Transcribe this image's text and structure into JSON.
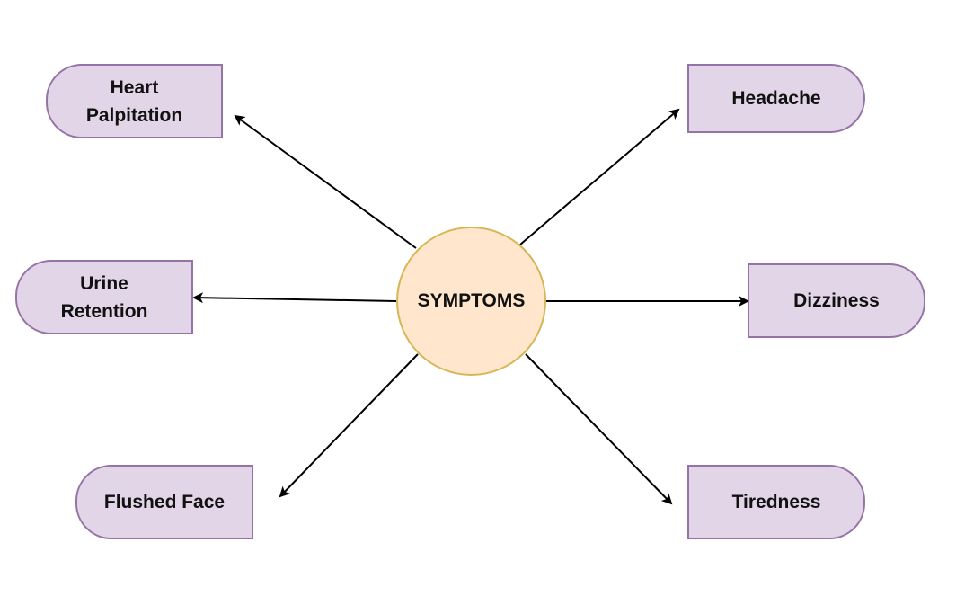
{
  "diagram": {
    "center": {
      "label": "SYMPTOMS"
    },
    "nodes": [
      {
        "id": "heart-palpitation",
        "label": "Heart\nPalpitation",
        "position": "top-left"
      },
      {
        "id": "headache",
        "label": "Headache",
        "position": "top-right"
      },
      {
        "id": "urine-retention",
        "label": "Urine\nRetention",
        "position": "middle-left"
      },
      {
        "id": "dizziness",
        "label": "Dizziness",
        "position": "middle-right"
      },
      {
        "id": "flushed-face",
        "label": "Flushed Face",
        "position": "bottom-left"
      },
      {
        "id": "tiredness",
        "label": "Tiredness",
        "position": "bottom-right"
      }
    ],
    "edges": [
      {
        "from": "SYMPTOMS",
        "to": "heart-palpitation"
      },
      {
        "from": "SYMPTOMS",
        "to": "headache"
      },
      {
        "from": "SYMPTOMS",
        "to": "urine-retention"
      },
      {
        "from": "SYMPTOMS",
        "to": "dizziness"
      },
      {
        "from": "SYMPTOMS",
        "to": "flushed-face"
      },
      {
        "from": "SYMPTOMS",
        "to": "tiredness"
      }
    ],
    "colors": {
      "node_fill": "#e1d5e7",
      "node_border": "#9673a6",
      "center_fill": "#ffe6cc",
      "center_border": "#d6b656",
      "arrow": "#000000"
    }
  }
}
